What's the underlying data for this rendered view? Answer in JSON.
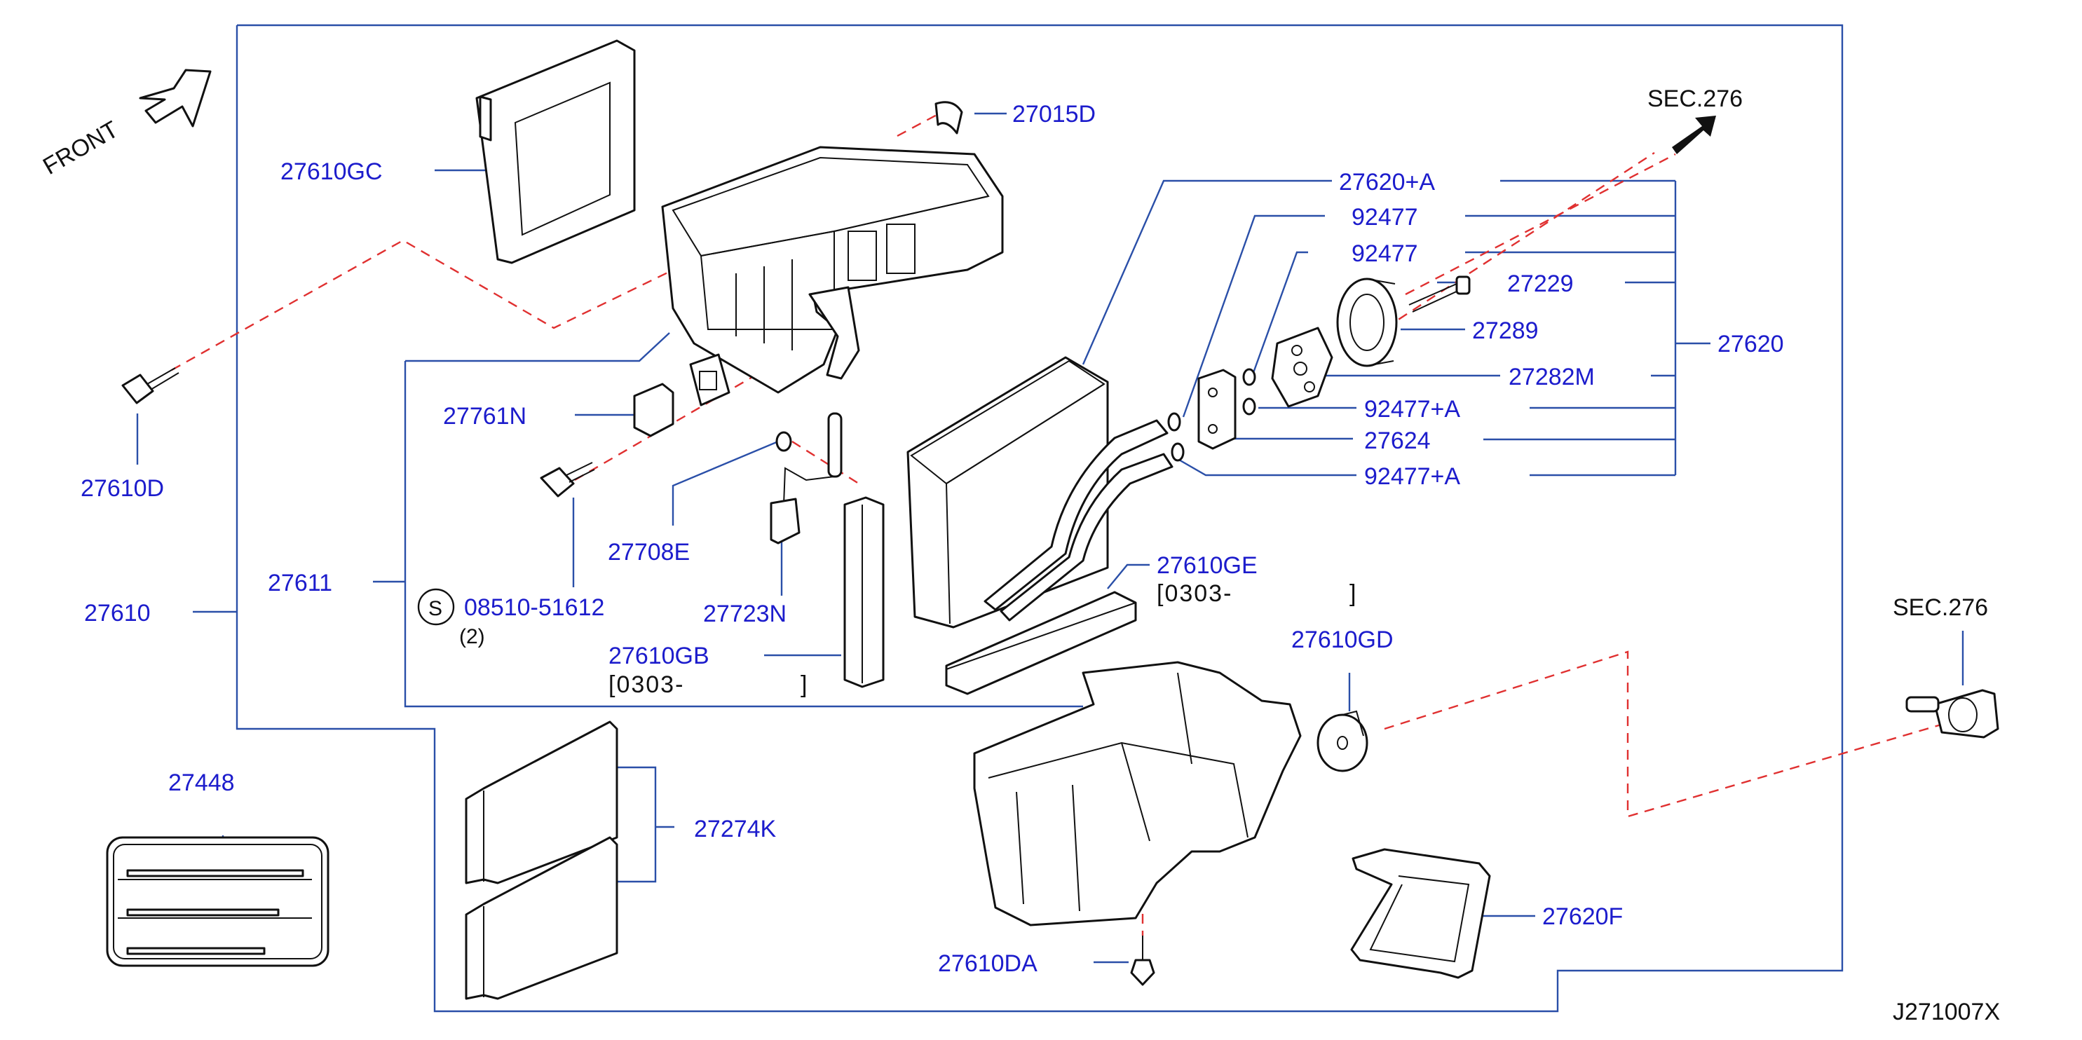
{
  "labels": {
    "front": "FRONT",
    "sec_top": "SEC.276",
    "sec_right": "SEC.276",
    "p27015D": "27015D",
    "p27610GC": "27610GC",
    "p27620A": "27620+A",
    "p92477a": "92477",
    "p92477b": "92477",
    "p27229": "27229",
    "p27289": "27289",
    "p27620": "27620",
    "p27282M": "27282M",
    "p92477Aa": "92477+A",
    "p27624": "27624",
    "p92477Ab": "92477+A",
    "p27610D": "27610D",
    "p27761N": "27761N",
    "p27708E": "27708E",
    "p27611": "27611",
    "p08510": "08510-51612",
    "qty2": "(2)",
    "s_mark": "S",
    "p27723N": "27723N",
    "p27610": "27610",
    "p27610GE": "27610GE",
    "ge_date": "[0303-",
    "ge_close": "]",
    "p27610GB": "27610GB",
    "gb_date": "[0303-",
    "gb_close": "]",
    "p27610GD": "27610GD",
    "p27448": "27448",
    "p27274K": "27274K",
    "p27620F": "27620F",
    "p27610DA": "27610DA",
    "drawing_id": "J271007X"
  }
}
